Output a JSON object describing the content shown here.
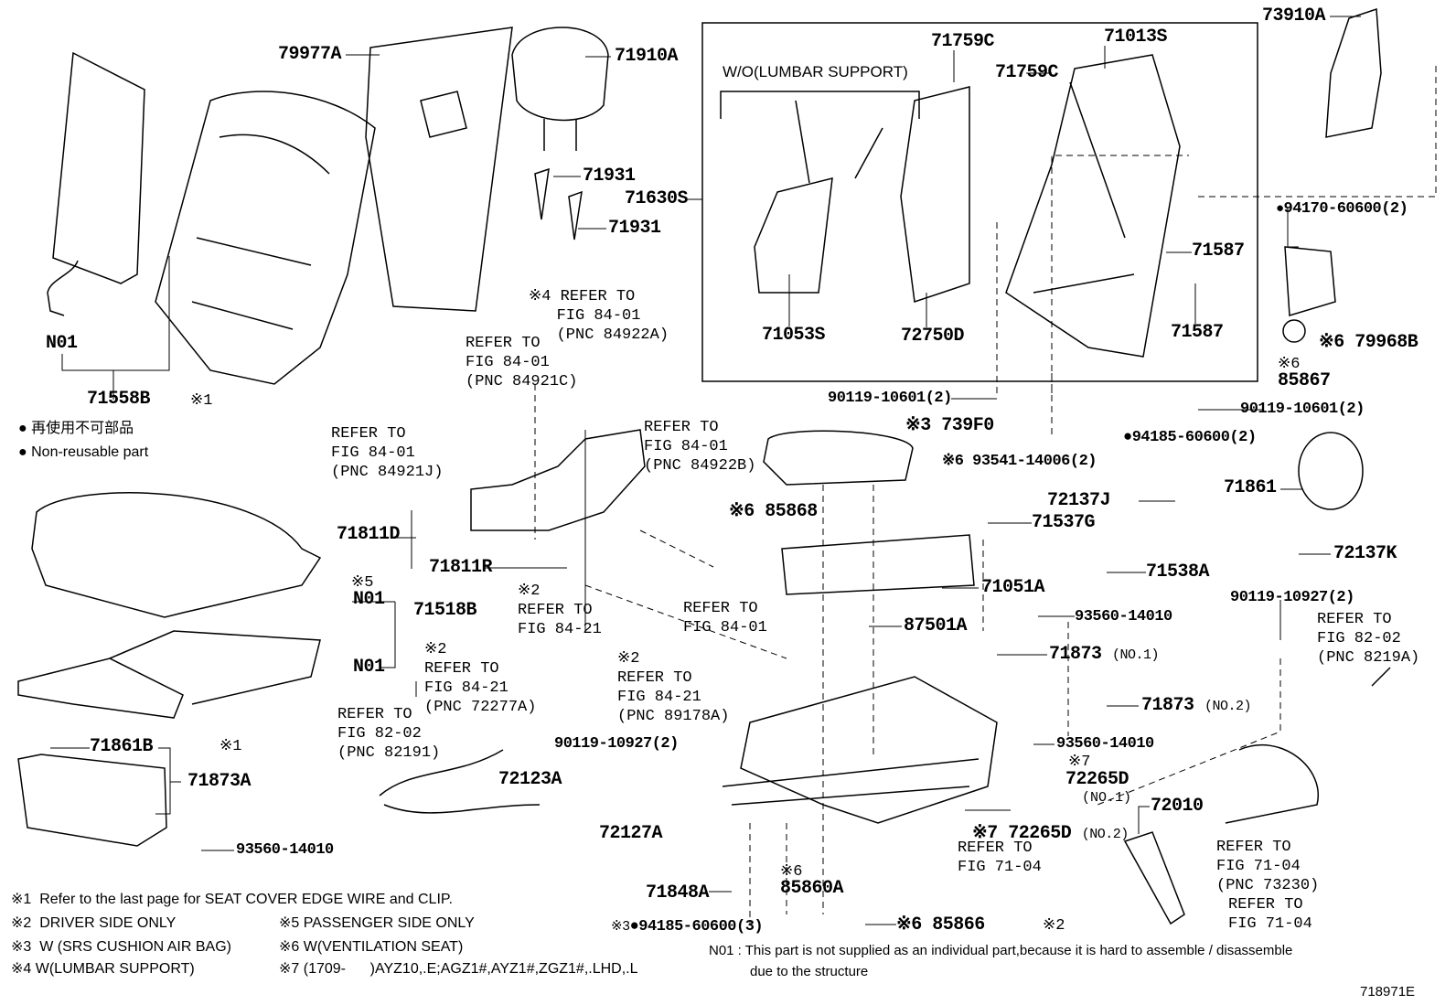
{
  "diagram_id": "718971E",
  "legend": {
    "bullet_jp": "再使用不可部品",
    "bullet_en": "Non-reusable part"
  },
  "box_label": "W/O(LUMBAR SUPPORT)",
  "parts": {
    "p79977A": "79977A",
    "p71910A": "71910A",
    "p71931a": "71931",
    "p71931b": "71931",
    "p71630S": "71630S",
    "p71558B": "71558B",
    "n01a": "N01",
    "x1a": "※1",
    "p71759Ca": "71759C",
    "p71759Cb": "71759C",
    "p71013S": "71013S",
    "p71053S": "71053S",
    "p72750D": "72750D",
    "p71587a": "71587",
    "p71587b": "71587",
    "p73910A": "73910A",
    "p94170": "94170-60600(2)",
    "p79968B": "※6 79968B",
    "x6a": "※6",
    "p85867": "85867",
    "p90119r": "90119-10601(2)",
    "p90119l": "90119-10601(2)",
    "p94185a": "94185-60600(2)",
    "p739F0": "※3 739F0",
    "p93541": "※6 93541-14006(2)",
    "p71861": "71861",
    "p72137J": "72137J",
    "p71537G": "71537G",
    "p72137K": "72137K",
    "p71538A": "71538A",
    "p71051A": "71051A",
    "p87501A": "87501A",
    "p93560a": "93560-14010",
    "p71873a": "71873",
    "no1a": "(NO.1)",
    "p71873b": "71873",
    "no2a": "(NO.2)",
    "p93560b": "93560-14010",
    "p90119c": "90119-10927(2)",
    "x7a": "※7",
    "p72265Da": "72265D",
    "no1b": "(NO.1)",
    "p72010": "72010",
    "p72265Db": "※7 72265D",
    "no2b": "(NO.2)",
    "x2a": "※2",
    "p85866": "※6 85866",
    "x6b": "※6",
    "p85860A": "85860A",
    "p71848A": "71848A",
    "p94185b": "94185-60600(3)",
    "x3b": "※3",
    "p71811D": "71811D",
    "p71811R": "71811R",
    "p85868": "※6 85868",
    "x5": "※5",
    "n01b": "N01",
    "p71518B": "71518B",
    "n01c": "N01",
    "p90119d": "90119-10927(2)",
    "p72123A": "72123A",
    "p72127A": "72127A",
    "p71861B": "71861B",
    "p71873A": "71873A",
    "p93560c": "93560-14010",
    "x1b": "※1"
  },
  "refs": {
    "r84922A": "※4 REFER TO\n   FIG 84-01\n   (PNC 84922A)",
    "r84921C": "REFER TO\nFIG 84-01\n(PNC 84921C)",
    "r84921J": "REFER TO\nFIG 84-01\n(PNC 84921J)",
    "r84922B": "REFER TO\nFIG 84-01\n(PNC 84922B)",
    "r8421a": "※2\nREFER TO\nFIG 84-21",
    "r8401": "REFER TO\nFIG 84-01",
    "r72277A": "※2\nREFER TO\nFIG 84-21\n(PNC 72277A)",
    "r89178A": "※2\nREFER TO\nFIG 84-21\n(PNC 89178A)",
    "r82191": "REFER TO\nFIG 82-02\n(PNC 82191)",
    "r8219A": "REFER TO\nFIG 82-02\n(PNC 8219A)",
    "r7104a": "REFER TO\nFIG 71-04",
    "r73230": "REFER TO\nFIG 71-04\n(PNC 73230)",
    "r7104b": "REFER TO\nFIG 71-04"
  },
  "notes": {
    "n1": "※1  Refer to the last page for SEAT COVER EDGE WIRE and CLIP.",
    "n2": "※2  DRIVER SIDE ONLY",
    "n3": "※3  W (SRS CUSHION AIR BAG)",
    "n4": "※4 W(LUMBAR SUPPORT)",
    "n5": "※5 PASSENGER SIDE ONLY",
    "n6": "※6 W(VENTILATION SEAT)",
    "n7": "※7 (1709-      )AYZ10,.E;AGZ1#,AYZ1#,ZGZ1#,.LHD,.L",
    "n01_line1": "N01 : This part is not supplied as an individual part,because it is hard to assemble / disassemble",
    "n01_line2": "due to the structure"
  }
}
